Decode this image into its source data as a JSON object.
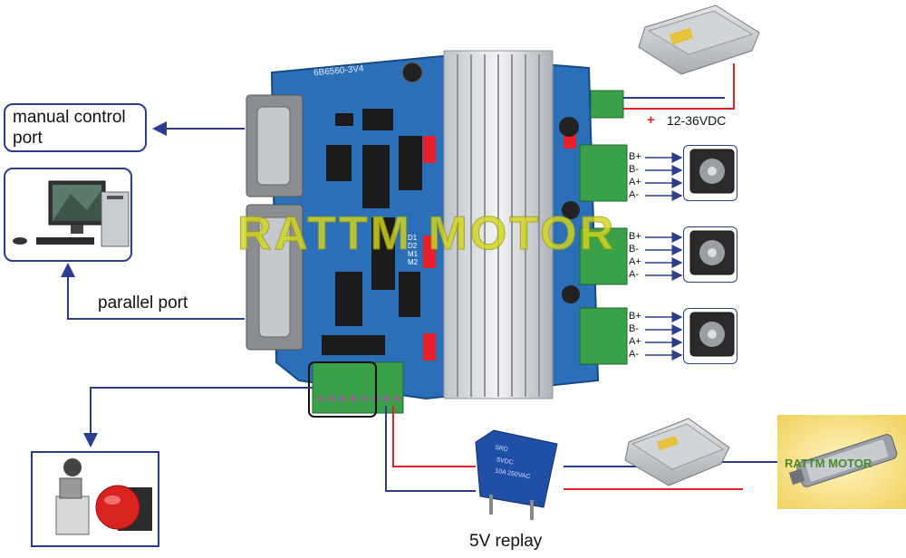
{
  "labels": {
    "manual_control_port": "manual control port",
    "parallel_port": "parallel port",
    "relay": "5V replay",
    "power_supply": "12-36VDC",
    "plus_sign": "+"
  },
  "board": {
    "model": "6B6560-3V4",
    "dip_labels": [
      "D1",
      "D2",
      "M1",
      "M2"
    ]
  },
  "watermark": {
    "text": "RATTM MOTOR",
    "spindle_text": "RATTM MOTOR"
  },
  "motor_channels": [
    {
      "pins": [
        "B+",
        "B-",
        "A+",
        "A-"
      ]
    },
    {
      "pins": [
        "B+",
        "B-",
        "A+",
        "A-"
      ]
    },
    {
      "pins": [
        "B+",
        "B-",
        "A+",
        "A-"
      ]
    }
  ],
  "relay_text": [
    "SRD",
    "5VDC",
    "10A 250VAC"
  ],
  "colors": {
    "wire_blue": "#2b3d8f",
    "wire_red": "#e8202a",
    "board_blue": "#2a6fb8",
    "terminal_green": "#3aa04a",
    "heatsink": "#d5d8dc",
    "watermark": "#d4d620"
  }
}
